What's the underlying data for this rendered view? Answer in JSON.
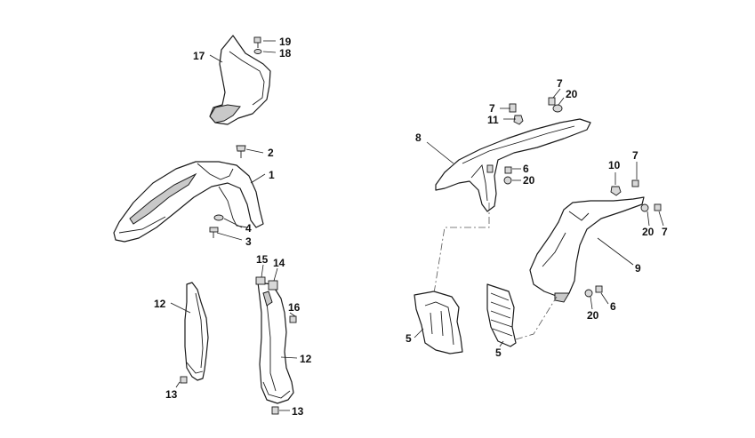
{
  "diagram": {
    "callouts": {
      "c17": "17",
      "c19": "19",
      "c18": "18",
      "c2": "2",
      "c1": "1",
      "c4": "4",
      "c3": "3",
      "c15": "15",
      "c14": "14",
      "c16": "16",
      "c12a": "12",
      "c12b": "12",
      "c13a": "13",
      "c13b": "13",
      "c8": "8",
      "c7a": "7",
      "c20a": "20",
      "c7b": "7",
      "c11": "11",
      "c6a": "6",
      "c20b": "20",
      "c10": "10",
      "c7c": "7",
      "c20c": "20",
      "c7d": "7",
      "c9": "9",
      "c20d": "20",
      "c6b": "6",
      "c5a": "5",
      "c5b": "5"
    }
  }
}
